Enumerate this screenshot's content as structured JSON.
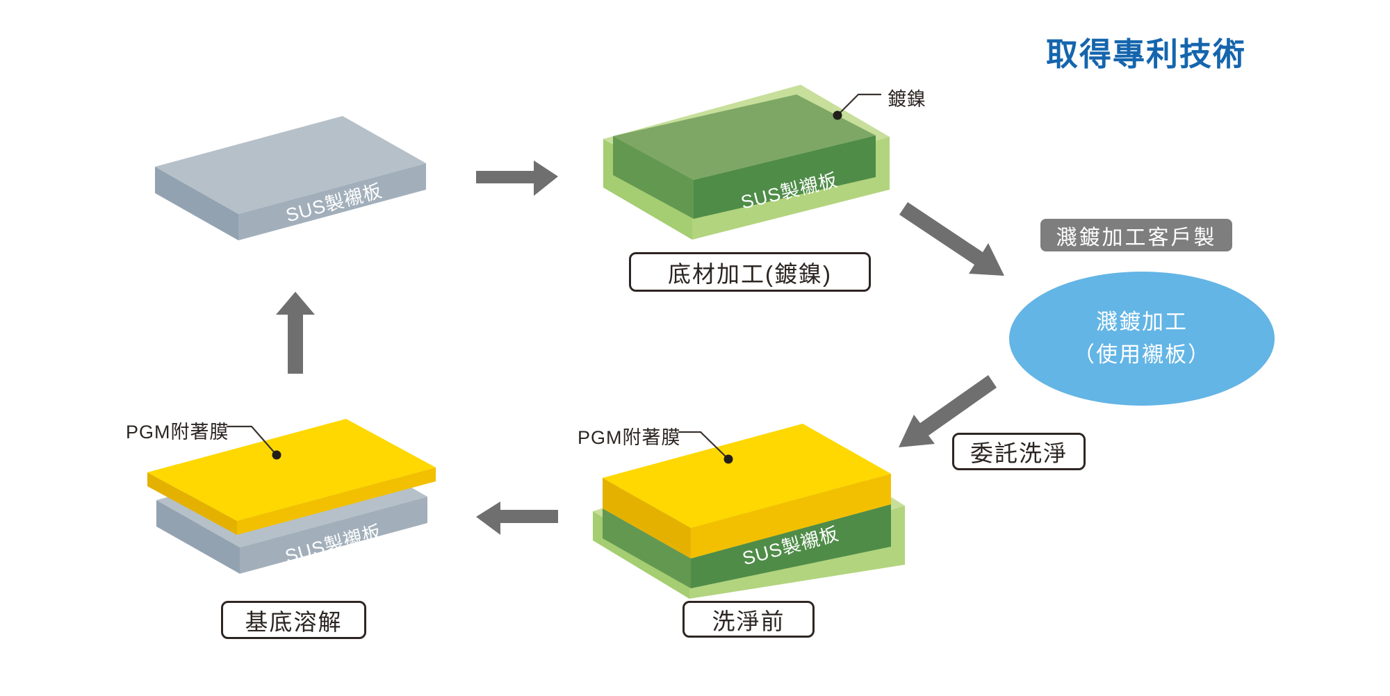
{
  "title": {
    "text": "取得專利技術"
  },
  "labels": {
    "sus_plate": "SUS製襯板",
    "nickel_callout": "鍍鎳",
    "pgm_callout": "PGM附著膜",
    "step_substrate": "底材加工(鍍鎳)",
    "badge_customer": "濺鍍加工客戶製",
    "ellipse_line1": "濺鍍加工",
    "ellipse_line2": "（使用襯板）",
    "step_consign_clean": "委託洗淨",
    "step_before_clean": "洗淨前",
    "step_dissolve": "基底溶解"
  },
  "colors": {
    "title_blue": "#1565ad",
    "arrow_gray": "#6f6f6f",
    "badge_gray": "#7e7e7e",
    "ellipse_blue": "#63b5e5",
    "box_border": "#2d2522",
    "text_dark": "#2b2522",
    "plate_text": "#ffffff",
    "gray_top": "#b6c0c9",
    "gray_front": "#a2afbb",
    "gray_left": "#93a2b0",
    "yellow_top": "#fed800",
    "yellow_front": "#f2c000",
    "yellow_left": "#e5b100",
    "shell_top": "#c7df9b",
    "shell_front": "#b2d47e",
    "shell_left": "#a5cd71",
    "inner_top": "#7ea765",
    "inner_front": "#4f8c48",
    "inner_left": "#639851",
    "callout_line": "#3a332f"
  }
}
